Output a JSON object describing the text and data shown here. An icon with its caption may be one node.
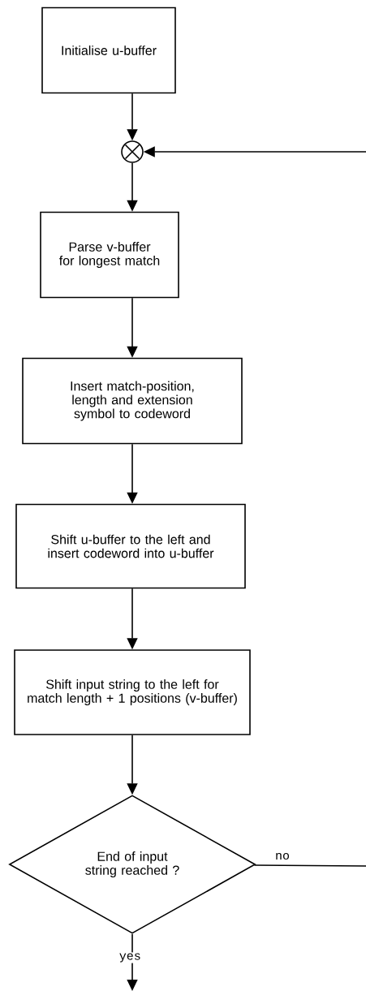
{
  "diagram": {
    "nodes": [
      {
        "text": [
          "Initialise u-buffer"
        ]
      },
      {
        "text": [],
        "shape": "circle"
      },
      {
        "text": [
          "Parse v-buffer for longest match"
        ]
      },
      {
        "text": [
          "Insert match-position, length and extension symbol to codeword"
        ]
      },
      {
        "text": [
          "Shift u-buffer to the left and insert codeword into u-buffer"
        ]
      },
      {
        "text": [
          "Shift input string to the left for match length + 1 positions (v-buffer)"
        ]
      },
      {
        "text": [
          "End of input string reached ?"
        ]
      }
    ],
    "edges": [
      {
        "from": 0,
        "to": 1,
        "arrow": "to"
      },
      {
        "from": null,
        "to": 1,
        "arrow": "to"
      },
      {
        "from": 1,
        "to": 2,
        "arrow": "to"
      },
      {
        "from": 2,
        "to": 3,
        "arrow": "to"
      },
      {
        "from": 3,
        "to": 4,
        "arrow": "to"
      },
      {
        "from": 4,
        "to": 5,
        "arrow": "to"
      },
      {
        "from": 5,
        "to": 6,
        "arrow": "to"
      },
      {
        "from": 6,
        "to": null,
        "arrow": "to",
        "label": "yes"
      },
      {
        "from": 6,
        "to": null,
        "arrow": "none",
        "label": "no"
      }
    ]
  }
}
